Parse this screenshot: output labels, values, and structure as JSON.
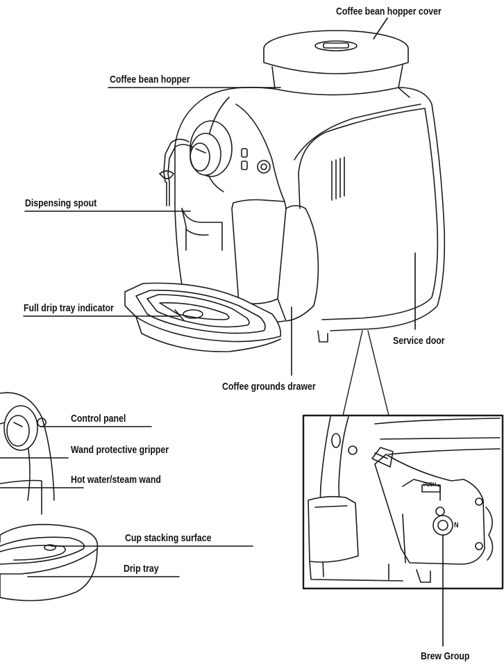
{
  "labels": {
    "hopper_cover": "Coffee bean hopper cover",
    "hopper": "Coffee bean hopper",
    "dispensing_spout": "Dispensing spout",
    "full_drip_tray_indicator": "Full drip tray indicator",
    "service_door": "Service door",
    "grounds_drawer": "Coffee grounds drawer",
    "control_panel": "Control panel",
    "wand_gripper": "Wand protective gripper",
    "steam_wand": "Hot water/steam wand",
    "cup_surface": "Cup stacking surface",
    "drip_tray": "Drip tray",
    "brew_group": "Brew Group"
  },
  "inset_labels": {
    "push": "PUSH",
    "n": "N"
  },
  "colors": {
    "ink": "#1a1a1a",
    "background": "#ffffff"
  }
}
